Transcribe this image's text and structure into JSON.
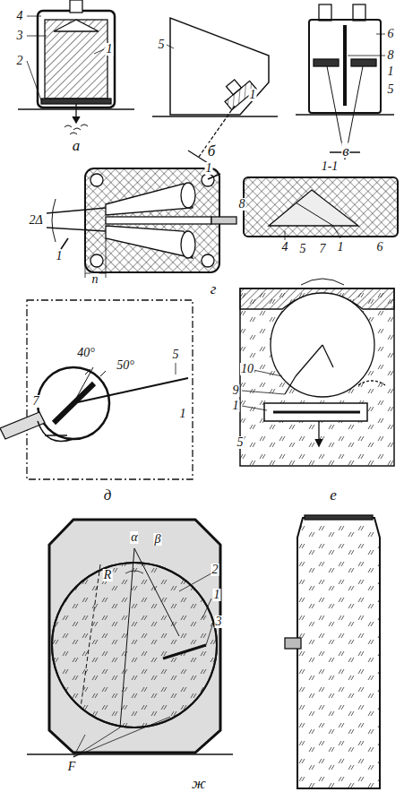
{
  "diagram": {
    "labels": [
      "4",
      "3",
      "2",
      "1",
      "а",
      "5",
      "1",
      "б",
      "6",
      "8",
      "1",
      "5",
      "в",
      "1-1",
      "1",
      "2Δ",
      "1",
      "8",
      "n",
      "4",
      "5",
      "7",
      "1",
      "6",
      "г",
      "40°",
      "50°",
      "5",
      "1",
      "7",
      "д",
      "10",
      "9",
      "1",
      "5",
      "е",
      "α",
      "β",
      "R",
      "2",
      "1",
      "3",
      "F",
      "ж"
    ]
  }
}
